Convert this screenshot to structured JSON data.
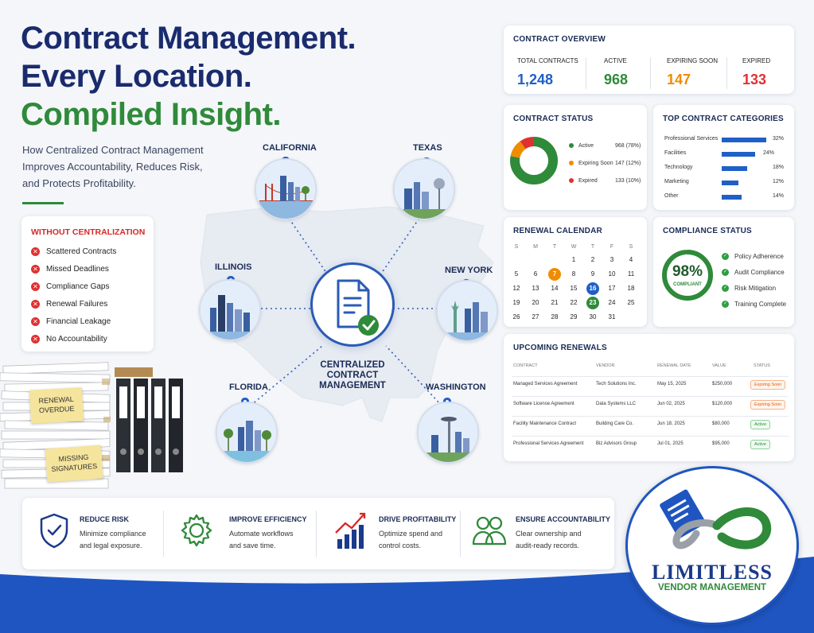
{
  "headline": {
    "line1": "Contract Management.",
    "line2": "Every Location.",
    "line3": "Compiled Insight."
  },
  "subtitle": {
    "line1": "How Centralized Contract Management",
    "line2": "Improves Accountability, Reduces Risk,",
    "line3": "and Protects Profitability."
  },
  "without": {
    "title": "WITHOUT CENTRALIZATION",
    "items": [
      "Scattered Contracts",
      "Missed Deadlines",
      "Compliance Gaps",
      "Renewal Failures",
      "Financial Leakage",
      "No Accountability"
    ]
  },
  "sticky_notes": {
    "renewal_line1": "RENEWAL",
    "renewal_line2": "OVERDUE",
    "missing_line1": "MISSING",
    "missing_line2": "SIGNATURES"
  },
  "hub": {
    "line1": "CENTRALIZED",
    "line2": "CONTRACT",
    "line3": "MANAGEMENT"
  },
  "cities": [
    "CALIFORNIA",
    "TEXAS",
    "ILLINOIS",
    "NEW YORK",
    "FLORIDA",
    "WASHINGTON"
  ],
  "overview": {
    "title": "CONTRACT OVERVIEW",
    "total_label": "TOTAL CONTRACTS",
    "total_value": "1,248",
    "active_label": "ACTIVE",
    "active_value": "968",
    "expiring_label": "EXPIRING SOON",
    "expiring_value": "147",
    "expired_label": "EXPIRED",
    "expired_value": "133"
  },
  "status": {
    "title": "CONTRACT STATUS",
    "items": [
      {
        "label": "Active",
        "value": "968 (78%)",
        "pct": 78
      },
      {
        "label": "Expiring Soon",
        "value": "147 (12%)",
        "pct": 12
      },
      {
        "label": "Expired",
        "value": "133 (10%)",
        "pct": 10
      }
    ]
  },
  "categories": {
    "title": "TOP CONTRACT CATEGORIES",
    "items": [
      {
        "label": "Professional Services",
        "pct": 32,
        "text": "32%"
      },
      {
        "label": "Facilities",
        "pct": 24,
        "text": "24%"
      },
      {
        "label": "Technology",
        "pct": 18,
        "text": "18%"
      },
      {
        "label": "Marketing",
        "pct": 12,
        "text": "12%"
      },
      {
        "label": "Other",
        "pct": 14,
        "text": "14%"
      }
    ]
  },
  "calendar": {
    "title": "RENEWAL CALENDAR",
    "days": [
      "S",
      "M",
      "T",
      "W",
      "T",
      "F",
      "S"
    ],
    "rows": [
      [
        "",
        "",
        "",
        "",
        "1",
        "2",
        "3",
        "4"
      ],
      [
        "5",
        "6",
        "7",
        "8",
        "9",
        "10",
        "11"
      ],
      [
        "12",
        "13",
        "14",
        "15",
        "16",
        "17",
        "18"
      ],
      [
        "19",
        "20",
        "21",
        "22",
        "23",
        "24",
        "25"
      ],
      [
        "26",
        "27",
        "28",
        "29",
        "30",
        "31",
        ""
      ]
    ]
  },
  "compliance": {
    "title": "COMPLIANCE STATUS",
    "percent": "98%",
    "percent_value": 98,
    "caption": "COMPLIANT",
    "items": [
      "Policy Adherence",
      "Audit Compliance",
      "Risk Mitigation",
      "Training Complete"
    ]
  },
  "renewals": {
    "title": "UPCOMING RENEWALS",
    "headers": [
      "CONTRACT",
      "VENDOR",
      "RENEWAL DATE",
      "VALUE",
      "STATUS"
    ],
    "rows": [
      [
        "Managed Services Agreement",
        "Tech Solutions Inc.",
        "May 15, 2025",
        "$250,000",
        "Expiring Soon"
      ],
      [
        "Software License Agreement",
        "Data Systems LLC",
        "Jun 02, 2025",
        "$120,000",
        "Expiring Soon"
      ],
      [
        "Facility Maintenance Contract",
        "Building Care Co.",
        "Jun 18, 2025",
        "$80,000",
        "Active"
      ],
      [
        "Professional Services Agreement",
        "Biz Advisors Group",
        "Jul 01, 2025",
        "$95,000",
        "Active"
      ]
    ]
  },
  "benefits": [
    {
      "title": "REDUCE RISK",
      "line1": "Minimize compliance",
      "line2": "and legal exposure."
    },
    {
      "title": "IMPROVE EFFICIENCY",
      "line1": "Automate workflows",
      "line2": "and save time."
    },
    {
      "title": "DRIVE PROFITABILITY",
      "line1": "Optimize spend and",
      "line2": "control costs."
    },
    {
      "title": "ENSURE ACCOUNTABILITY",
      "line1": "Clear ownership and",
      "line2": "audit-ready records."
    }
  ],
  "logo": {
    "name": "LIMITLESS",
    "tagline": "VENDOR MANAGEMENT"
  },
  "colors": {
    "navy": "#1a2b6d",
    "green": "#2f8a3a",
    "blue": "#1f5fc8",
    "orange": "#f08c00",
    "red": "#e03131"
  }
}
